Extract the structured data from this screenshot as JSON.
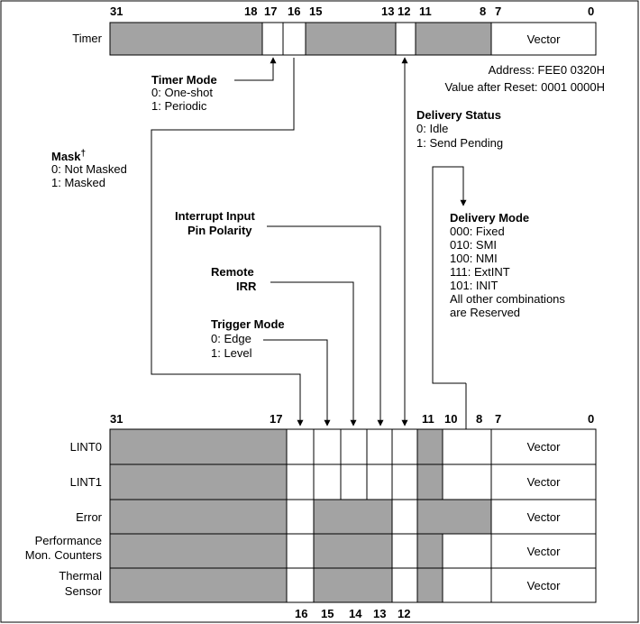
{
  "timer_register": {
    "name": "Timer",
    "bit_labels": [
      "31",
      "18",
      "17",
      "16",
      "15",
      "13",
      "12",
      "11",
      "8",
      "7",
      "0"
    ],
    "vector_label": "Vector",
    "address": "Address: FEE0 0320H",
    "reset_value": "Value after Reset: 0001 0000H"
  },
  "annotations": {
    "timer_mode": {
      "title": "Timer Mode",
      "lines": [
        "0: One-shot",
        "1: Periodic"
      ]
    },
    "mask": {
      "title": "Mask",
      "dagger": "†",
      "lines": [
        "0: Not Masked",
        "1: Masked"
      ]
    },
    "delivery_status": {
      "title": "Delivery Status",
      "lines": [
        "0: Idle",
        "1: Send Pending"
      ]
    },
    "delivery_mode": {
      "title": "Delivery Mode",
      "lines": [
        "000: Fixed",
        "010: SMI",
        "100: NMI",
        "111: ExtINT",
        "101: INIT",
        "All other combinations",
        "are Reserved"
      ]
    },
    "interrupt_input_pin_polarity": {
      "title_lines": [
        "Interrupt Input",
        "Pin Polarity"
      ]
    },
    "remote_irr": {
      "title_lines": [
        "Remote",
        "IRR"
      ]
    },
    "trigger_mode": {
      "title": "Trigger Mode",
      "lines": [
        "0: Edge",
        "1: Level"
      ]
    }
  },
  "lvt_table": {
    "top_bit_labels": [
      "31",
      "17",
      "11",
      "10",
      "8",
      "7",
      "0"
    ],
    "bottom_bit_labels": [
      "16",
      "15",
      "14",
      "13",
      "12"
    ],
    "rows": [
      {
        "name_lines": [
          "LINT0"
        ],
        "vector": "Vector"
      },
      {
        "name_lines": [
          "LINT1"
        ],
        "vector": "Vector"
      },
      {
        "name_lines": [
          "Error"
        ],
        "vector": "Vector"
      },
      {
        "name_lines": [
          "Performance",
          "Mon. Counters"
        ],
        "vector": "Vector"
      },
      {
        "name_lines": [
          "Thermal",
          "Sensor"
        ],
        "vector": "Vector"
      }
    ]
  },
  "colors": {
    "reserved_fill": "#a3a3a3",
    "field_fill": "#ffffff",
    "line": "#000000"
  }
}
